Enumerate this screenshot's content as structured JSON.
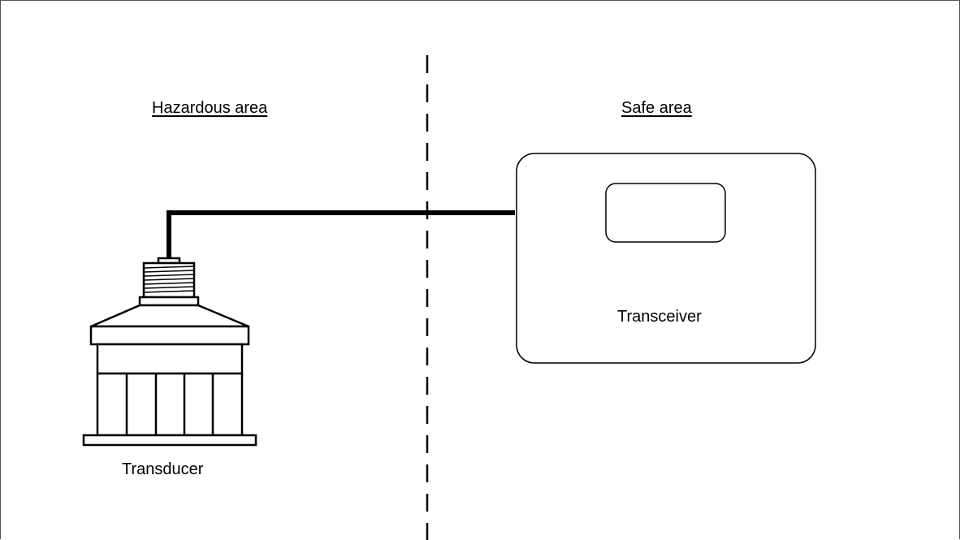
{
  "zones": {
    "hazardous_label": "Hazardous area",
    "safe_label": "Safe area"
  },
  "devices": {
    "transceiver_label": "Transceiver",
    "transducer_label": "Transducer"
  },
  "colors": {
    "stroke": "#000000",
    "background": "#ffffff"
  }
}
